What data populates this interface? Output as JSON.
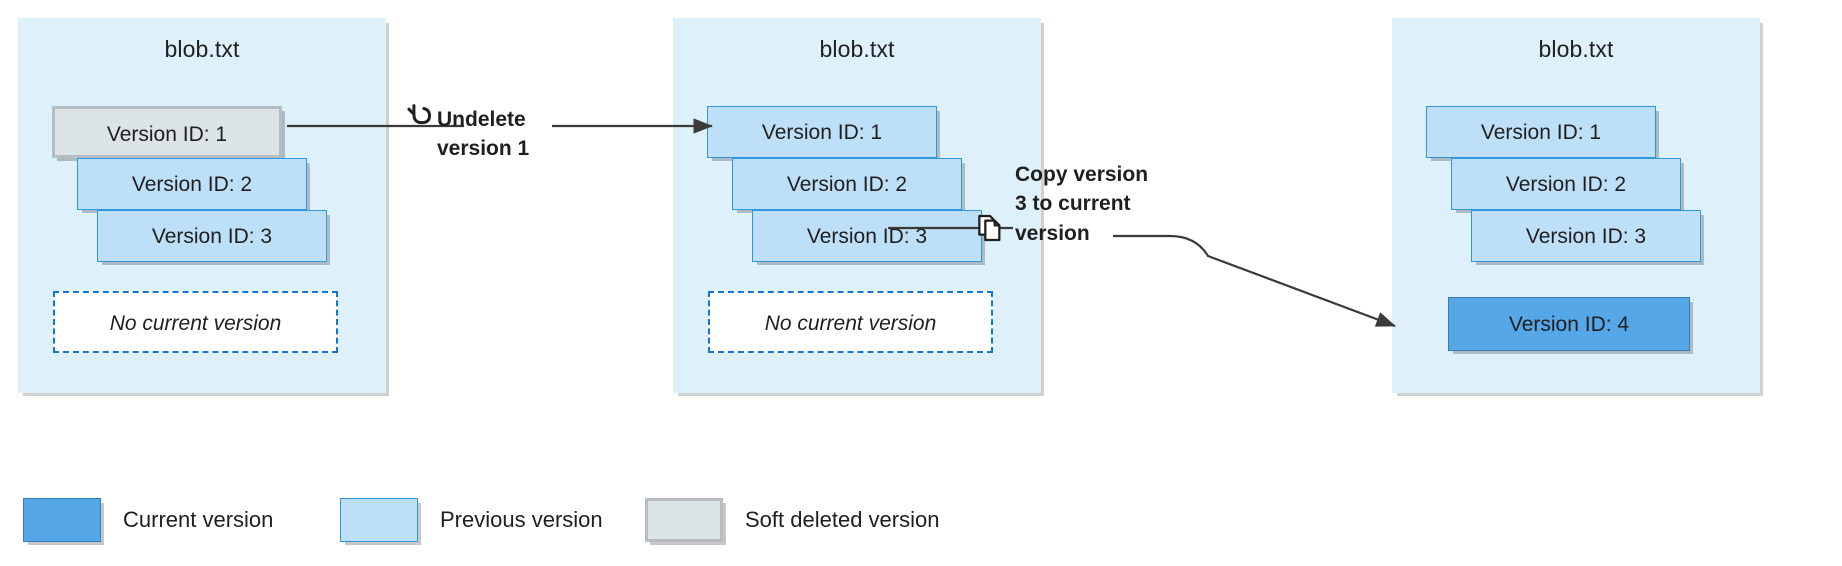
{
  "diagram": {
    "title_hidden": "",
    "panels": [
      {
        "id": "panel-before",
        "file_label": "blob.txt",
        "versions": [
          {
            "label": "Version ID: 1",
            "state": "soft-deleted"
          },
          {
            "label": "Version ID: 2",
            "state": "previous"
          },
          {
            "label": "Version ID: 3",
            "state": "previous"
          }
        ],
        "current_version_note": "No current version"
      },
      {
        "id": "panel-after-undelete",
        "file_label": "blob.txt",
        "versions": [
          {
            "label": "Version ID: 1",
            "state": "previous"
          },
          {
            "label": "Version ID: 2",
            "state": "previous"
          },
          {
            "label": "Version ID: 3",
            "state": "previous"
          }
        ],
        "current_version_note": "No current version"
      },
      {
        "id": "panel-after-copy",
        "file_label": "blob.txt",
        "versions": [
          {
            "label": "Version ID: 1",
            "state": "previous"
          },
          {
            "label": "Version ID: 2",
            "state": "previous"
          },
          {
            "label": "Version ID: 3",
            "state": "previous"
          },
          {
            "label": "Version ID: 4",
            "state": "current"
          }
        ],
        "current_version_note": ""
      }
    ],
    "callouts": [
      {
        "id": "undelete",
        "line1": "Undelete",
        "line2": "version 1",
        "line3": "",
        "icon": "undo-icon"
      },
      {
        "id": "copy",
        "line1": "Copy version",
        "line2": "3 to current",
        "line3": "version",
        "icon": "copy-icon"
      }
    ],
    "legend": [
      {
        "label": "Current version",
        "swatch": "current"
      },
      {
        "label": "Previous version",
        "swatch": "previous"
      },
      {
        "label": "Soft deleted version",
        "swatch": "soft-deleted"
      }
    ],
    "colors": {
      "panel_background": "#DEF0FA",
      "current_version": "#56A7E8",
      "previous_version": "#BEDFF8",
      "soft_deleted_fill": "#DDE4E8",
      "soft_deleted_border": "#1277D4",
      "connector": "#3A3A3A",
      "page_background": "#FFFFFF"
    }
  }
}
